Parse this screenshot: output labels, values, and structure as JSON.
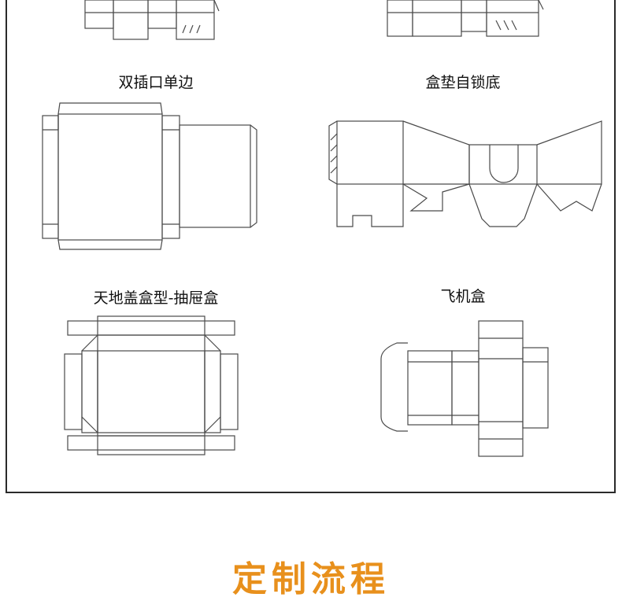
{
  "labels": {
    "double_tuck": "双插口单边",
    "mat_lock_bottom": "盒垫自锁底",
    "lid_base_drawer": "天地盖盒型-抽屉盒",
    "airplane_box": "飞机盒"
  },
  "footer": {
    "title": "定制流程"
  },
  "colors": {
    "accent": "#e8901c",
    "line": "#4a4a4a",
    "border": "#2a2a2a"
  }
}
